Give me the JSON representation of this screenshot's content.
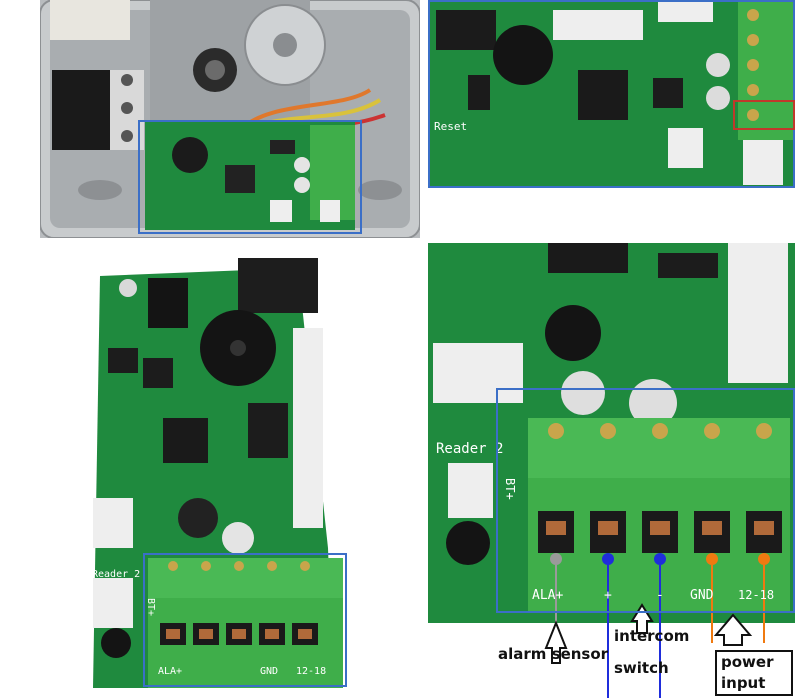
{
  "panels": {
    "top_left": {
      "name": "lock-mounted-board-photo"
    },
    "top_right": {
      "name": "board-closeup-photo",
      "silk_reset": "Reset"
    },
    "bottom_left": {
      "name": "full-board-photo",
      "silk_reader2": "Reader 2",
      "silk_bt": "BT+",
      "terminal_labels": [
        "ALA+",
        "",
        "",
        "GND",
        "12-18"
      ]
    },
    "bottom_right": {
      "name": "terminal-closeup-photo",
      "silk_reader2": "Reader 2",
      "silk_bt": "BT+",
      "terminal_labels": [
        "ALA+",
        "+",
        "-",
        "GND",
        "12-18"
      ]
    }
  },
  "annotations": {
    "alarm_sensor": "alarm sensor",
    "intercom": "intercom",
    "switch": "switch",
    "power_input_line1": "power",
    "power_input_line2": "input"
  },
  "colors": {
    "pcb": "#1f8a3e",
    "terminal": "#3fae4a",
    "highlight": "#3b6fc7",
    "alarm_marker": "#9a9a9a",
    "switch_marker": "#1f2ddb",
    "power_marker": "#f07a10",
    "power_box": "#c0392b"
  }
}
